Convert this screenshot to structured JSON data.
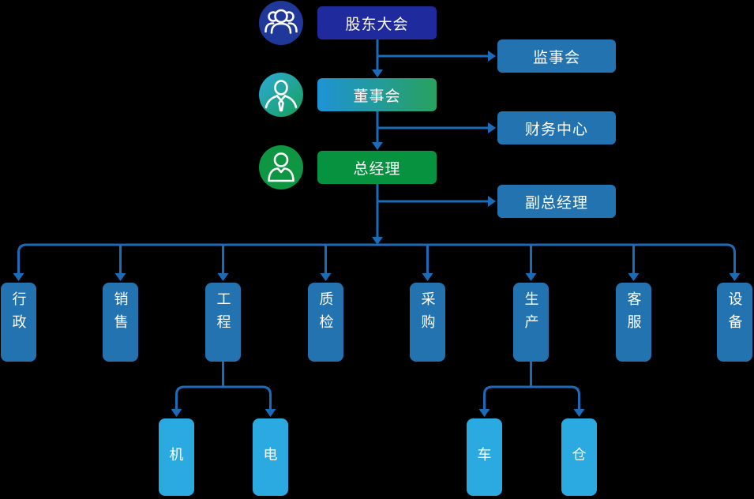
{
  "canvas": {
    "background": "#000000"
  },
  "palette": {
    "connector": "#1b6cb8",
    "shareholders_box": "#1f2b9d",
    "board_gradient": [
      "#1e93d6",
      "#28a25f"
    ],
    "general_manager_box": "#07923f",
    "side_box": "#2273b0",
    "department_box": "#2273b0",
    "sub_department_box": "#2ba9e1",
    "group_icon_bg": "#20389a",
    "manager_icon_gradient": [
      "#2fa9d9",
      "#14a158"
    ],
    "person_icon_bg": "#0e9642",
    "text": "#ffffff"
  },
  "hierarchy": {
    "shareholders": {
      "label": "股东大会",
      "icon": "people-group-icon"
    },
    "board": {
      "label": "董事会",
      "icon": "businessman-tie-icon"
    },
    "general_manager": {
      "label": "总经理",
      "icon": "person-icon"
    },
    "supervisory_board": {
      "label": "监事会"
    },
    "finance_center": {
      "label": "财务中心"
    },
    "deputy_general_manager": {
      "label": "副总经理"
    }
  },
  "departments": [
    {
      "label": "行政"
    },
    {
      "label": "销售"
    },
    {
      "label": "工程"
    },
    {
      "label": "质检"
    },
    {
      "label": "采购"
    },
    {
      "label": "生产"
    },
    {
      "label": "客服"
    },
    {
      "label": "设备"
    }
  ],
  "sub_departments": [
    {
      "parent": "工程",
      "label": "机"
    },
    {
      "parent": "工程",
      "label": "电"
    },
    {
      "parent": "生产",
      "label": "车"
    },
    {
      "parent": "生产",
      "label": "仓"
    }
  ]
}
